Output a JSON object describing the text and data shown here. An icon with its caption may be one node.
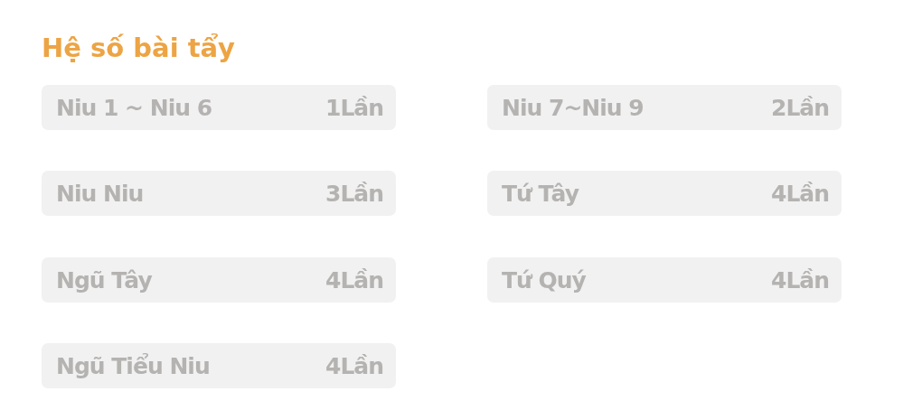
{
  "diagram": {
    "title": "Hệ số bài tẩy",
    "nodes": [
      {
        "text": [
          "Niu 1 ~ Niu 6",
          "1Lần"
        ]
      },
      {
        "text": [
          "Niu 7~Niu 9",
          "2Lần"
        ]
      },
      {
        "text": [
          "Niu Niu",
          "3Lần"
        ]
      },
      {
        "text": [
          "Tứ Tây",
          "4Lần"
        ]
      },
      {
        "text": [
          "Ngũ Tây",
          "4Lần"
        ]
      },
      {
        "text": [
          "Tứ Quý",
          "4Lần"
        ]
      },
      {
        "text": [
          "Ngũ Tiểu Niu",
          "4Lần"
        ]
      }
    ]
  }
}
